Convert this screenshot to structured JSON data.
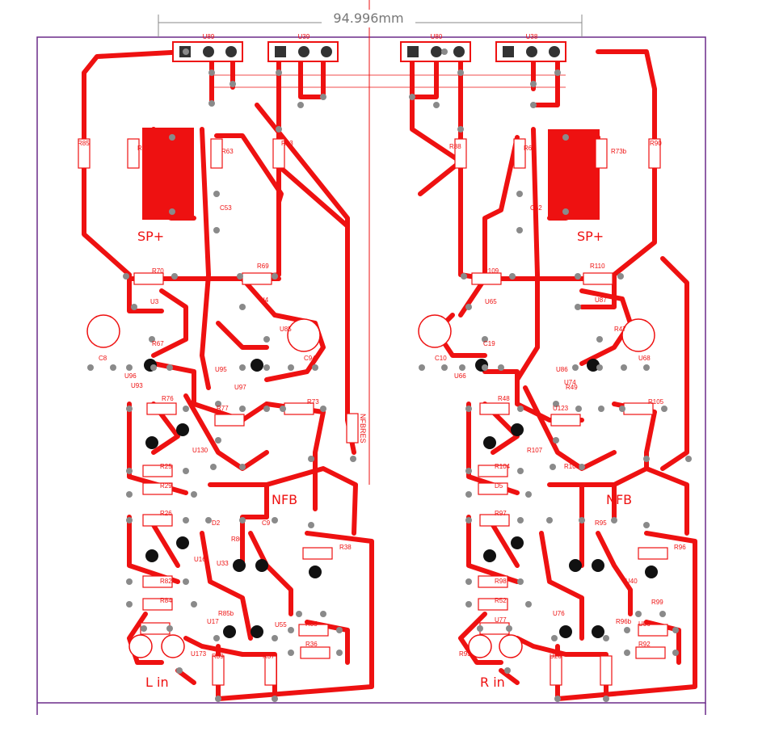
{
  "dimension": {
    "text": "94.996mm"
  },
  "colors": {
    "copper": "#ee1111",
    "pad": "#8a8a8a",
    "outline": "#6b2b8a",
    "dim_line": "#888888"
  },
  "big_labels": {
    "sp_left": "SP+",
    "sp_right": "SP+",
    "nfb_left": "NFB",
    "nfb_right": "NFB",
    "in_left": "L in",
    "in_right": "R in",
    "nfbres": "NFBRES"
  },
  "header_refs": [
    "U89",
    "U39",
    "U80",
    "U38"
  ],
  "ref_labels": {
    "left": [
      "R85",
      "R72",
      "R63",
      "R83",
      "C53",
      "R70",
      "R69",
      "U3",
      "U4",
      "U95",
      "U85",
      "R67",
      "C8",
      "C94",
      "U96",
      "U93",
      "U97",
      "R76",
      "R77",
      "R73",
      "U130",
      "R25",
      "R29",
      "R26",
      "D2",
      "C9",
      "R80",
      "R38",
      "U16",
      "R82",
      "R84",
      "U33",
      "R85b",
      "U17",
      "U55",
      "R35",
      "R36",
      "R39",
      "R37",
      "U173"
    ],
    "right": [
      "R88",
      "R64",
      "R73b",
      "R90",
      "C62",
      "R109",
      "R110",
      "U65",
      "U87",
      "U86",
      "R47",
      "C19",
      "C10",
      "U68",
      "U66",
      "U74",
      "R49",
      "R48",
      "U123",
      "R105",
      "R107",
      "R104",
      "D5",
      "R103",
      "R95",
      "R96",
      "R97",
      "R98",
      "R52",
      "U77",
      "U76",
      "U40",
      "R96b",
      "R99",
      "U56",
      "R92",
      "R93",
      "U26"
    ]
  }
}
